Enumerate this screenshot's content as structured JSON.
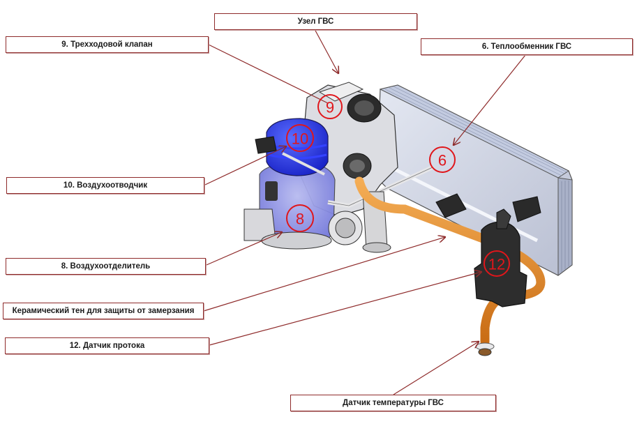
{
  "labels": {
    "dhw_unit": "Узел ГВС",
    "three_way_valve": "9. Трехходовой клапан",
    "dhw_heat_exchanger": "6. Теплообменник ГВС",
    "air_vent": "10. Воздухоотводчик",
    "air_separator": "8. Воздухоотделитель",
    "ceramic_heater": "Керамический тен для защиты от замерзания",
    "flow_sensor": "12. Датчик протока",
    "dhw_temp_sensor": "Датчик температуры ГВС"
  },
  "callouts": {
    "three_way_valve": "9",
    "dhw_heat_exchanger": "6",
    "air_vent": "10",
    "air_separator": "8",
    "flow_sensor": "12"
  },
  "colors": {
    "leader_line": "#8e2a2a",
    "callout": "#e0161b",
    "pipe": "#e38a2c",
    "air_vent_body": "#2230e0",
    "heat_exchanger": "#d3d8e6"
  }
}
